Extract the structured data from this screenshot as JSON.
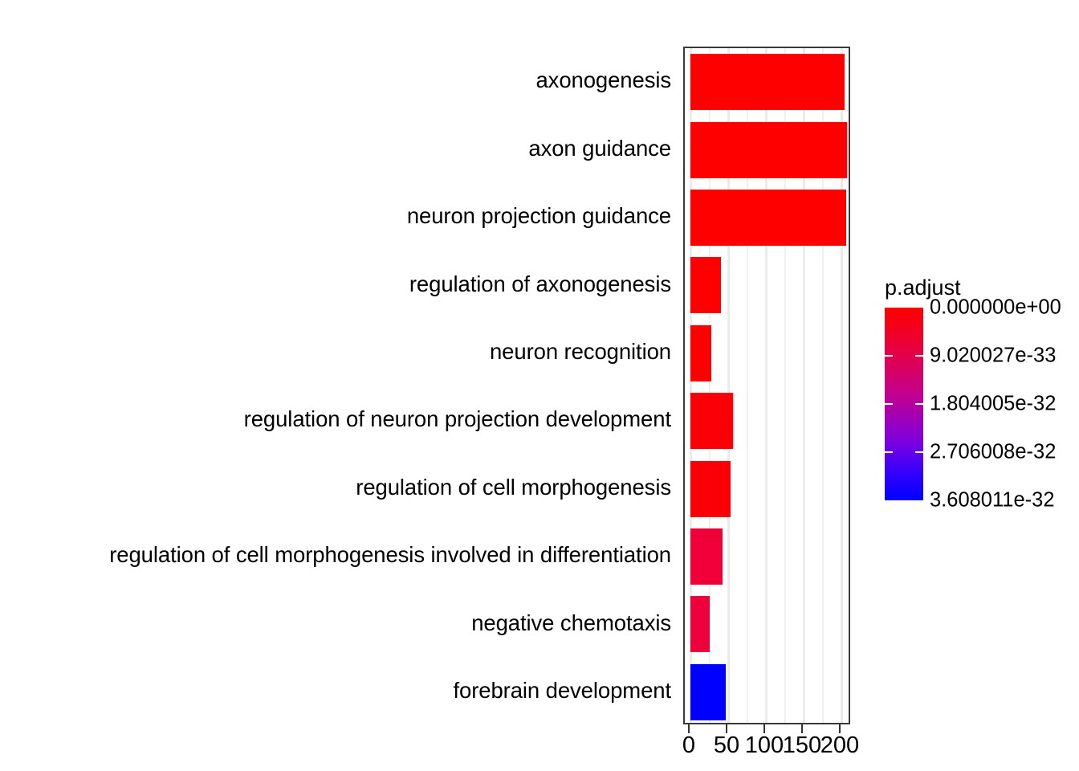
{
  "chart_data": {
    "type": "bar",
    "orientation": "horizontal",
    "title": "",
    "xlabel": "",
    "ylabel": "",
    "xlim": [
      0,
      212
    ],
    "xticks": [
      0,
      50,
      100,
      150,
      200
    ],
    "xticklabels": [
      "0",
      "50",
      "100",
      "150",
      "200"
    ],
    "grid": true,
    "grid_minor_x": [
      25,
      75,
      125,
      175
    ],
    "legend": {
      "title": "p.adjust",
      "position": "right",
      "type": "colorbar",
      "labels": [
        "0.000000e+00",
        "9.020027e-33",
        "1.804005e-32",
        "2.706008e-32",
        "3.608011e-32"
      ],
      "values": [
        0,
        9.020027e-33,
        1.804005e-32,
        2.706008e-32,
        3.608011e-32
      ],
      "color_high": "#0000ff",
      "color_low": "#ff0000"
    },
    "categories": [
      "axonogenesis",
      "axon guidance",
      "neuron projection guidance",
      "regulation of axonogenesis",
      "neuron recognition",
      "regulation of neuron projection development",
      "regulation of cell morphogenesis",
      "regulation of cell morphogenesis involved in differentiation",
      "negative chemotaxis",
      "forebrain development"
    ],
    "values": [
      204,
      207,
      206,
      40,
      28,
      56,
      53,
      43,
      25,
      47
    ],
    "bar_colors": [
      "#ff0000",
      "#ff0000",
      "#ff0000",
      "#ff0000",
      "#ff0000",
      "#fa0006",
      "#fa0006",
      "#ef0038",
      "#ee003c",
      "#0000ff"
    ],
    "p_adjust": [
      0.0,
      0.0,
      0.0,
      0.0,
      0.0,
      1.5e-34,
      1.5e-34,
      3.2e-33,
      3.5e-33,
      3.608011e-32
    ]
  }
}
